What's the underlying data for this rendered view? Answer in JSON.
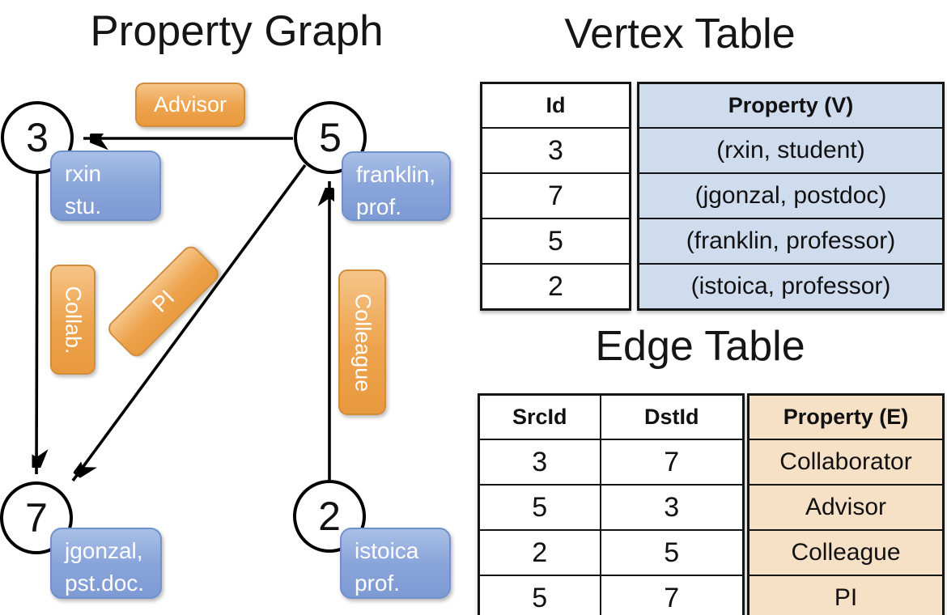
{
  "titles": {
    "graph": "Property Graph",
    "vertex": "Vertex Table",
    "edge": "Edge Table"
  },
  "graph": {
    "nodes": {
      "n3": {
        "id": "3"
      },
      "n5": {
        "id": "5"
      },
      "n7": {
        "id": "7"
      },
      "n2": {
        "id": "2"
      }
    },
    "vertex_boxes": {
      "v3": {
        "line1": "rxin",
        "line2": "stu."
      },
      "v5": {
        "line1": "franklin,",
        "line2": "prof."
      },
      "v7": {
        "line1": "jgonzal,",
        "line2": "pst.doc."
      },
      "v2": {
        "line1": "istoica",
        "line2": "prof."
      }
    },
    "edge_labels": {
      "advisor": "Advisor",
      "collab": "Collab.",
      "pi": "PI",
      "colleague": "Colleague"
    },
    "edges": [
      {
        "from": "5",
        "to": "3",
        "label": "Advisor"
      },
      {
        "from": "3",
        "to": "7",
        "label": "Collab."
      },
      {
        "from": "5",
        "to": "7",
        "label": "PI"
      },
      {
        "from": "2",
        "to": "5",
        "label": "Colleague"
      }
    ]
  },
  "vertex_table": {
    "headers": {
      "id": "Id",
      "property": "Property (V)"
    },
    "rows": [
      {
        "id": "3",
        "property": "(rxin, student)"
      },
      {
        "id": "7",
        "property": "(jgonzal, postdoc)"
      },
      {
        "id": "5",
        "property": "(franklin, professor)"
      },
      {
        "id": "2",
        "property": "(istoica, professor)"
      }
    ]
  },
  "edge_table": {
    "headers": {
      "src": "SrcId",
      "dst": "DstId",
      "property": "Property (E)"
    },
    "rows": [
      {
        "src": "3",
        "dst": "7",
        "property": "Collaborator"
      },
      {
        "src": "5",
        "dst": "3",
        "property": "Advisor"
      },
      {
        "src": "2",
        "dst": "5",
        "property": "Colleague"
      },
      {
        "src": "5",
        "dst": "7",
        "property": "PI"
      }
    ]
  },
  "colors": {
    "edge_label_fill": "#eda24c",
    "edge_label_border": "#d18d3c",
    "vertex_box_fill": "#8aa5da",
    "vertex_box_border": "#7191cc",
    "vertex_table_property_bg": "#cfdcee",
    "edge_table_property_bg": "#f6e0c6",
    "line_color": "#000000"
  }
}
